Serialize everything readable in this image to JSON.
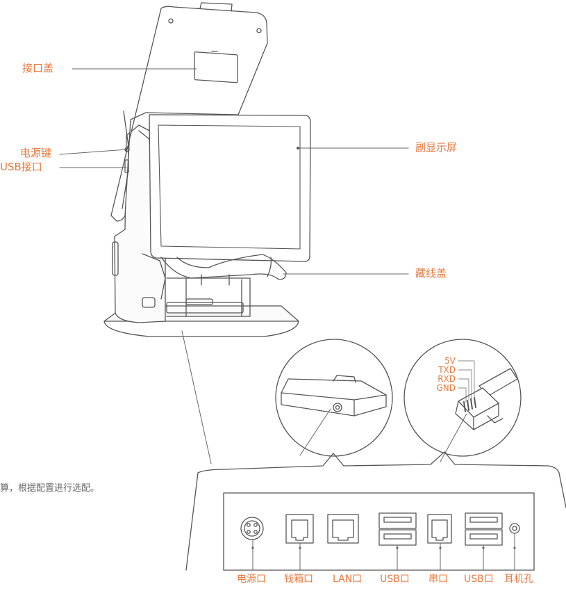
{
  "colors": {
    "accent": "#E8783C",
    "line": "#555555",
    "leader": "#666666"
  },
  "labels": {
    "interface_cover": "接口盖",
    "power_key": "电源键",
    "usb_interface": "USB接口",
    "secondary_screen": "副显示屏",
    "cable_cover": "藏线盖"
  },
  "serial_pins": [
    "5V",
    "TXD",
    "RXD",
    "GND"
  ],
  "ports": {
    "power": "电源口",
    "cash_drawer": "钱箱口",
    "lan": "LAN口",
    "usb1": "USB口",
    "serial": "串口",
    "usb2": "USB口",
    "earphone": "耳机孔"
  },
  "note": "算，根据配置进行选配。"
}
